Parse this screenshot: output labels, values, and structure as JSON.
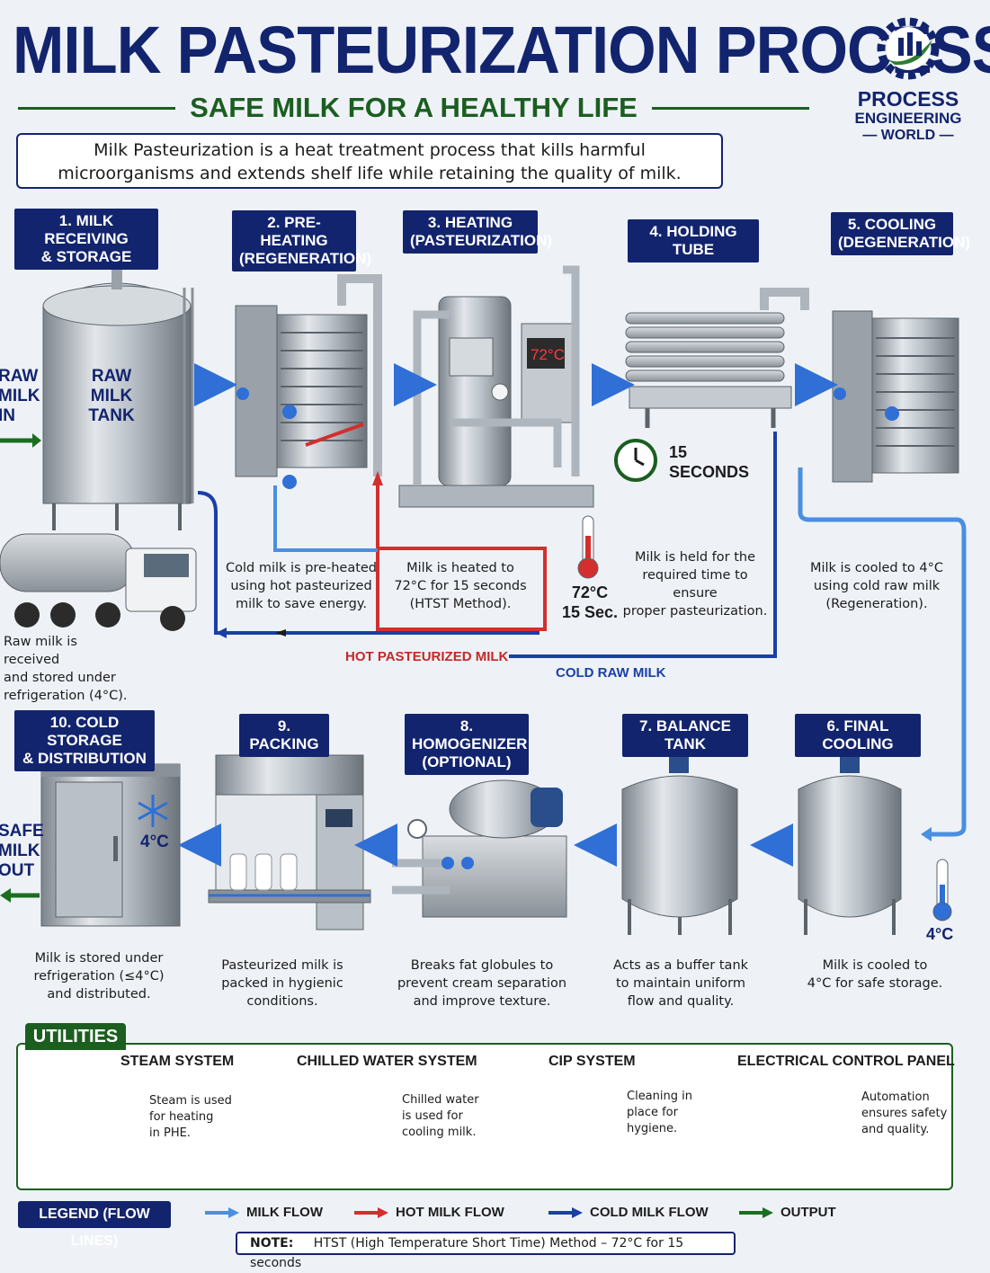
{
  "header": {
    "title": "MILK PASTEURIZATION PROCESS",
    "subtitle": "SAFE MILK FOR A HEALTHY LIFE",
    "intro_line1": "Milk Pasteurization is a heat treatment process that kills harmful",
    "intro_line2": "microorganisms and extends shelf life while retaining the quality of milk."
  },
  "logo": {
    "line1": "PROCESS",
    "line2": "ENGINEERING",
    "line3": "WORLD"
  },
  "steps_top": [
    {
      "label1": "1. MILK RECEIVING",
      "label2": "& STORAGE",
      "desc1": "Raw milk is received",
      "desc2": "and stored under",
      "desc3": "refrigeration (4°C)."
    },
    {
      "label1": "2. PRE-HEATING",
      "label2": "(REGENERATION)",
      "desc1": "Cold milk is pre-heated",
      "desc2": "using hot pasteurized",
      "desc3": "milk to save energy."
    },
    {
      "label1": "3. HEATING",
      "label2": "(PASTEURIZATION)",
      "desc1": "Milk is heated to",
      "desc2": "72°C for 15 seconds",
      "desc3": "(HTST Method)."
    },
    {
      "label1": "4. HOLDING TUBE",
      "label2": "",
      "desc1": "Milk is held for the",
      "desc2": "required time to ensure",
      "desc3": "proper pasteurization."
    },
    {
      "label1": "5. COOLING",
      "label2": "(DEGENERATION)",
      "desc1": "Milk is cooled to 4°C",
      "desc2": "using cold raw milk",
      "desc3": "(Regeneration)."
    }
  ],
  "steps_bottom": [
    {
      "label1": "10. COLD STORAGE",
      "label2": "& DISTRIBUTION",
      "desc1": "Milk is stored under",
      "desc2": "refrigeration (≤4°C)",
      "desc3": "and distributed."
    },
    {
      "label1": "9. PACKING",
      "label2": "",
      "desc1": "Pasteurized milk is",
      "desc2": "packed in hygienic",
      "desc3": "conditions."
    },
    {
      "label1": "8. HOMOGENIZER",
      "label2": "(OPTIONAL)",
      "desc1": "Breaks fat globules to",
      "desc2": "prevent cream separation",
      "desc3": "and improve texture."
    },
    {
      "label1": "7. BALANCE TANK",
      "label2": "",
      "desc1": "Acts as a buffer tank",
      "desc2": "to maintain uniform",
      "desc3": "flow and quality."
    },
    {
      "label1": "6. FINAL COOLING",
      "label2": "",
      "desc1": "Milk is cooled to",
      "desc2": "4°C for safe storage.",
      "desc3": ""
    }
  ],
  "annotations": {
    "raw_milk_in_1": "RAW",
    "raw_milk_in_2": "MILK",
    "raw_milk_in_3": "IN",
    "tank_1": "RAW",
    "tank_2": "MILK",
    "tank_3": "TANK",
    "display_temp": "72°C",
    "hold_seconds_1": "15",
    "hold_seconds_2": "SECONDS",
    "thermo_temp": "72°C",
    "thermo_time": "15 Sec.",
    "hot_pasteurized_milk": "HOT PASTEURIZED MILK",
    "cold_raw_milk": "COLD RAW MILK",
    "final_temp": "4°C",
    "storage_temp": "4°C",
    "safe_milk_out_1": "SAFE",
    "safe_milk_out_2": "MILK",
    "safe_milk_out_3": "OUT"
  },
  "utilities": {
    "tag": "UTILITIES",
    "items": [
      {
        "title": "STEAM SYSTEM",
        "d1": "Steam is used",
        "d2": "for heating",
        "d3": "in PHE."
      },
      {
        "title": "CHILLED WATER SYSTEM",
        "d1": "Chilled water",
        "d2": "is used for",
        "d3": "cooling milk."
      },
      {
        "title": "CIP SYSTEM",
        "d1": "Cleaning in",
        "d2": "place for",
        "d3": "hygiene."
      },
      {
        "title": "ELECTRICAL CONTROL PANEL",
        "d1": "Automation",
        "d2": "ensures safety",
        "d3": "and quality."
      }
    ]
  },
  "legend": {
    "tag": "LEGEND (FLOW LINES)",
    "items": [
      {
        "label": "MILK FLOW",
        "color": "#4a8fe0"
      },
      {
        "label": "HOT MILK FLOW",
        "color": "#d32f2f"
      },
      {
        "label": "COLD MILK FLOW",
        "color": "#1a3fa8"
      },
      {
        "label": "OUTPUT",
        "color": "#1b6e20"
      }
    ]
  },
  "note": {
    "label": "NOTE:",
    "text": "HTST (High Temperature Short Time) Method – 72°C for 15 seconds"
  },
  "colors": {
    "navy": "#13246e",
    "green": "#1b5e20",
    "hot": "#d32f2f",
    "cold": "#1a3fa8",
    "flow": "#2f6fd6"
  }
}
